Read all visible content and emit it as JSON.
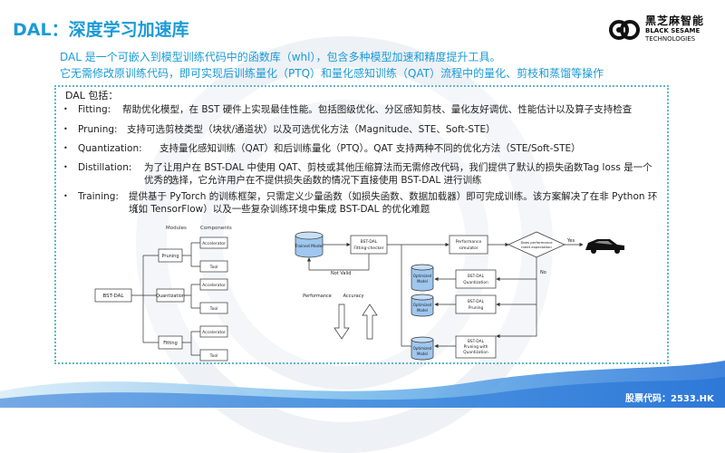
{
  "title": "DAL：深度学习加速库",
  "logo": {
    "cn": "黑芝麻智能",
    "en_line1": "BLACK SESAME",
    "en_line2": "TECHNOLOGIES"
  },
  "intro": [
    "DAL 是一个可嵌入到模型训练代码中的函数库（whl），包含多种模型加速和精度提升工具。",
    "它无需修改原训练代码，即可实现后训练量化（PTQ）和量化感知训练（QAT）流程中的量化、剪枝和蒸馏等操作"
  ],
  "box_heading": "DAL 包括：",
  "items": [
    {
      "bullet": "•",
      "term": "Fitting:",
      "desc": "帮助优化模型，在 BST 硬件上实现最佳性能。包括图级优化、分区感知剪枝、量化友好调优、性能估计以及算子支持检查",
      "desc2": ""
    },
    {
      "bullet": "•",
      "term": "Pruning:",
      "desc": "支持可选剪枝类型（块状/通道状）以及可选优化方法（Magnitude、STE、Soft-STE）",
      "desc2": ""
    },
    {
      "bullet": "•",
      "term": "Quantization:",
      "desc": "支持量化感知训练（QAT）和后训练量化（PTQ）。QAT 支持两种不同的优化方法（STE/Soft-STE）",
      "desc2": ""
    },
    {
      "bullet": "•",
      "term": "Distillation:",
      "desc": "为了让用户在 BST-DAL 中使用 QAT、剪枝或其他压缩算法而无需修改代码，我们提供了默认的损失函数Tag loss 是一个优秀的",
      "desc2": "选择，它允许用户在不提供损失函数的情况下直接使用 BST-DAL 进行训练"
    },
    {
      "bullet": "•",
      "term": "Training:",
      "desc": "提供基于 PyTorch 的训练框架，只需定义少量函数（如损失函数、数据加载器）即可完成训练。该方案解决了在非 Python 环境",
      "desc2": "（如 TensorFlow）以及一些复杂训练环境中集成 BST-DAL 的优化难题"
    }
  ],
  "diagram": {
    "modules_label": "Modules",
    "components_label": "Components",
    "root": "BST-DAL",
    "modules": [
      "Pruning",
      "Quantization",
      "Fitting"
    ],
    "component_accel": "Accelerator",
    "component_tool": "Tool",
    "trained_model": "Trained Model",
    "fitting_checker": [
      "BST-DAL",
      "Fitting-checker"
    ],
    "not_valid": "Not Valid",
    "perf_sim": [
      "Performance",
      "simulator"
    ],
    "decision": [
      "Does performance",
      "meet expectation"
    ],
    "yes": "Yes",
    "no": "No",
    "optimized_model": [
      "Optimized",
      "Model"
    ],
    "quant_box": [
      "BST-DAL",
      "Quantization"
    ],
    "prune_box": [
      "BST-DAL",
      "Pruning"
    ],
    "prune_quant_box": [
      "BST-DAL",
      "Pruning with",
      "Quantization"
    ],
    "performance": "Performance",
    "accuracy": "Accuracy"
  },
  "stock_code": "股票代码：2533.HK",
  "colors": {
    "accent": "#1a9ad6",
    "box_border": "#5fb7c9",
    "footer_wave": "#1f6fd6"
  }
}
